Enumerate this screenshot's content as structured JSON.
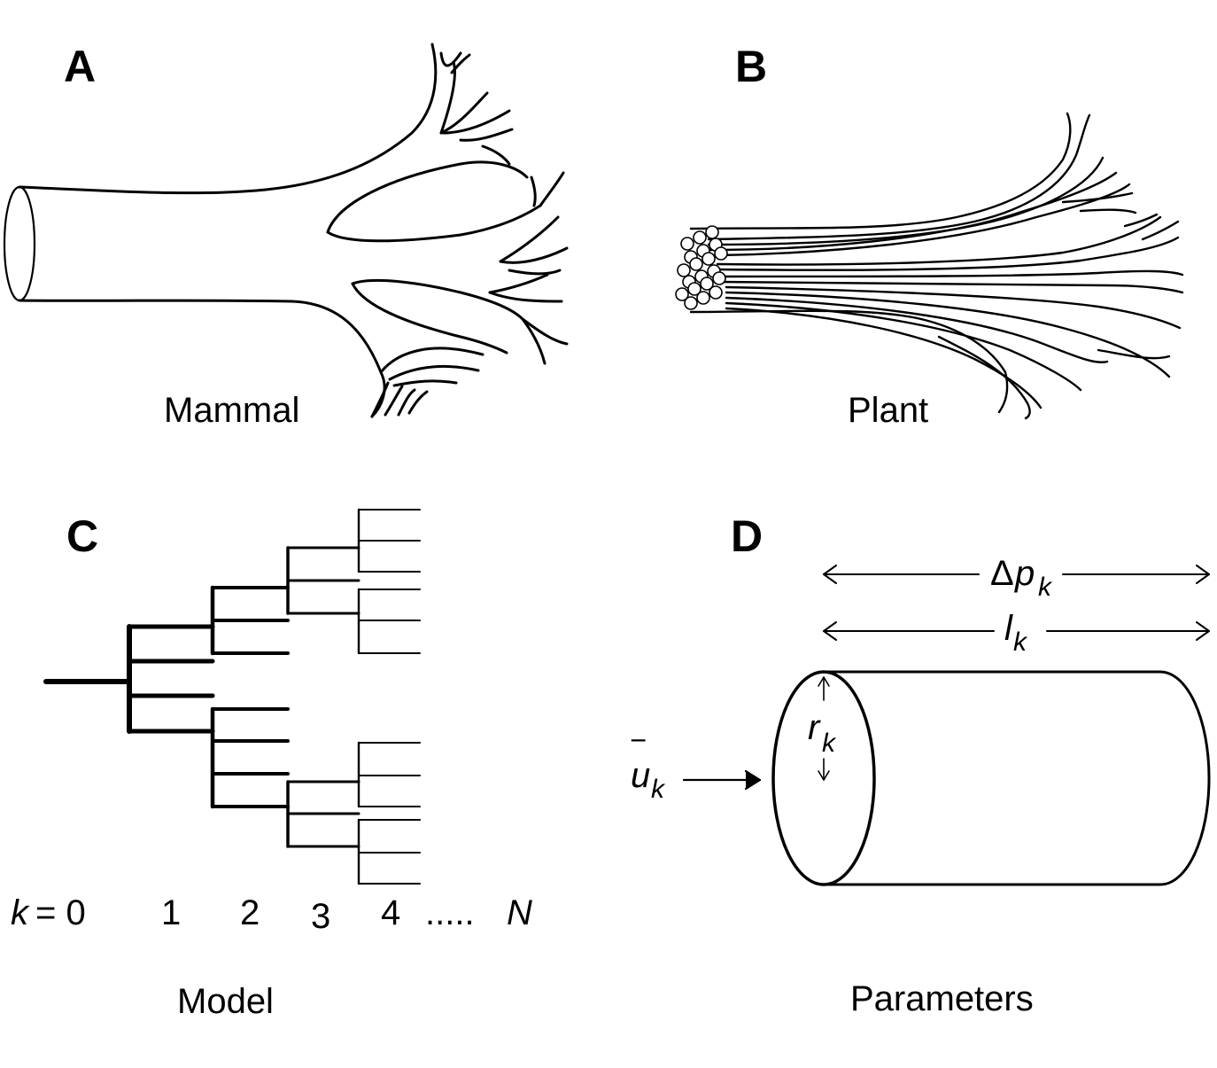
{
  "panels": {
    "a": {
      "letter": "A",
      "caption": "Mammal"
    },
    "b": {
      "letter": "B",
      "caption": "Plant"
    },
    "c": {
      "letter": "C",
      "caption": "Model",
      "k_prefix": "k",
      "k_equals": "= 0",
      "levels": [
        "1",
        "2",
        "3",
        "4"
      ],
      "ellipsis": ".....",
      "last_level": "N"
    },
    "d": {
      "letter": "D",
      "caption": "Parameters",
      "pressure_delta": "Δ",
      "pressure_symbol": "p",
      "pressure_sub": "k",
      "length_symbol": "l",
      "length_sub": "k",
      "radius_symbol": "r",
      "radius_sub": "k",
      "velocity_symbol": "u",
      "velocity_bar": "‾",
      "velocity_sub": "k"
    }
  }
}
